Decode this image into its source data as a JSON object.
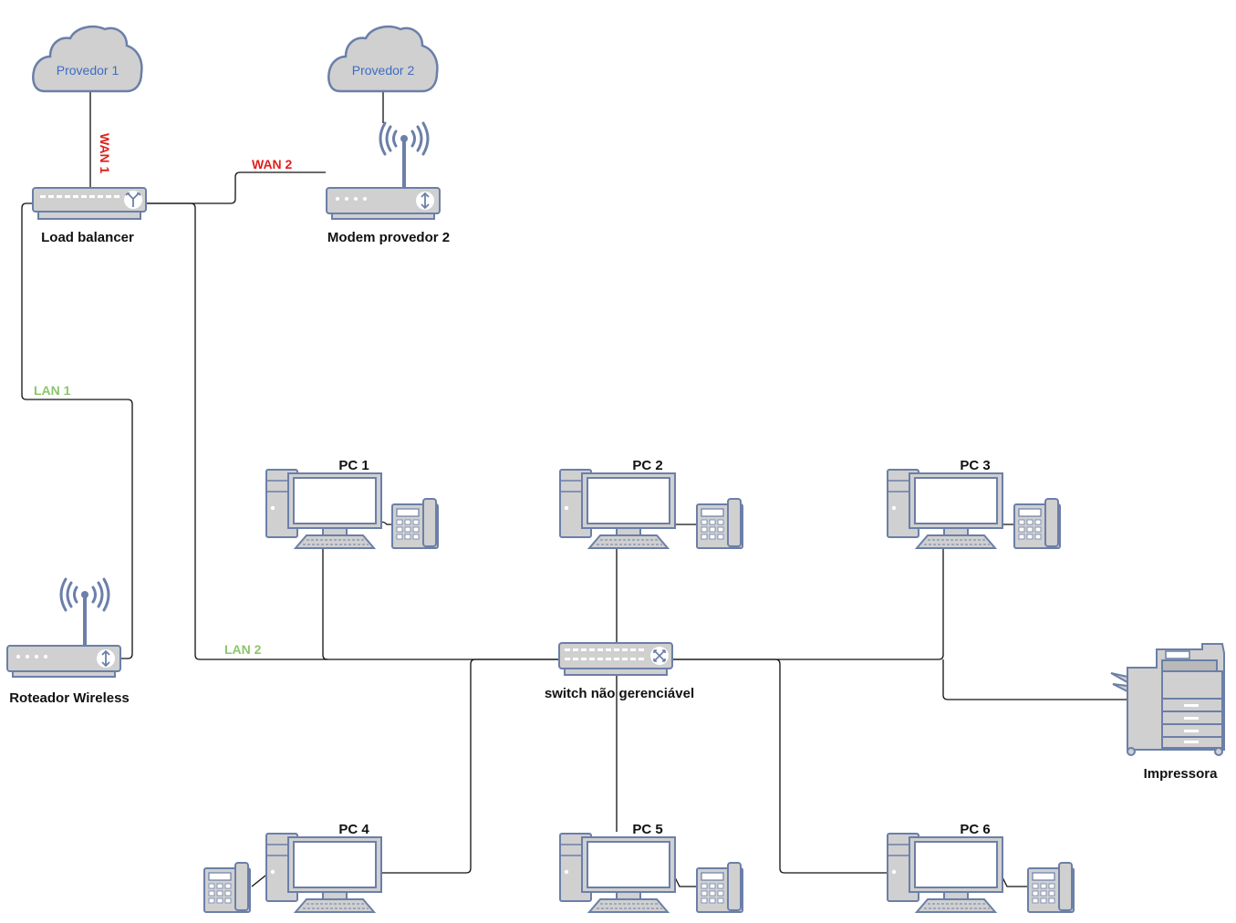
{
  "clouds": {
    "provedor1": "Provedor 1",
    "provedor2": "Provedor 2"
  },
  "devices": {
    "load_balancer": "Load balancer",
    "modem2": "Modem provedor 2",
    "wireless_router": "Roteador Wireless",
    "switch": "switch não gerenciável",
    "printer": "Impressora",
    "pc1": "PC 1",
    "pc2": "PC 2",
    "pc3": "PC 3",
    "pc4": "PC 4",
    "pc5": "PC 5",
    "pc6": "PC 6"
  },
  "links": {
    "wan1": "WAN 1",
    "wan2": "WAN 2",
    "lan1": "LAN 1",
    "lan2": "LAN 2"
  },
  "colors": {
    "device_fill": "#d0d0d0",
    "device_stroke": "#6b7fa8",
    "cloud_text": "#3c6cc4",
    "wan_label": "#e0201c",
    "lan_label": "#8cc66a"
  }
}
